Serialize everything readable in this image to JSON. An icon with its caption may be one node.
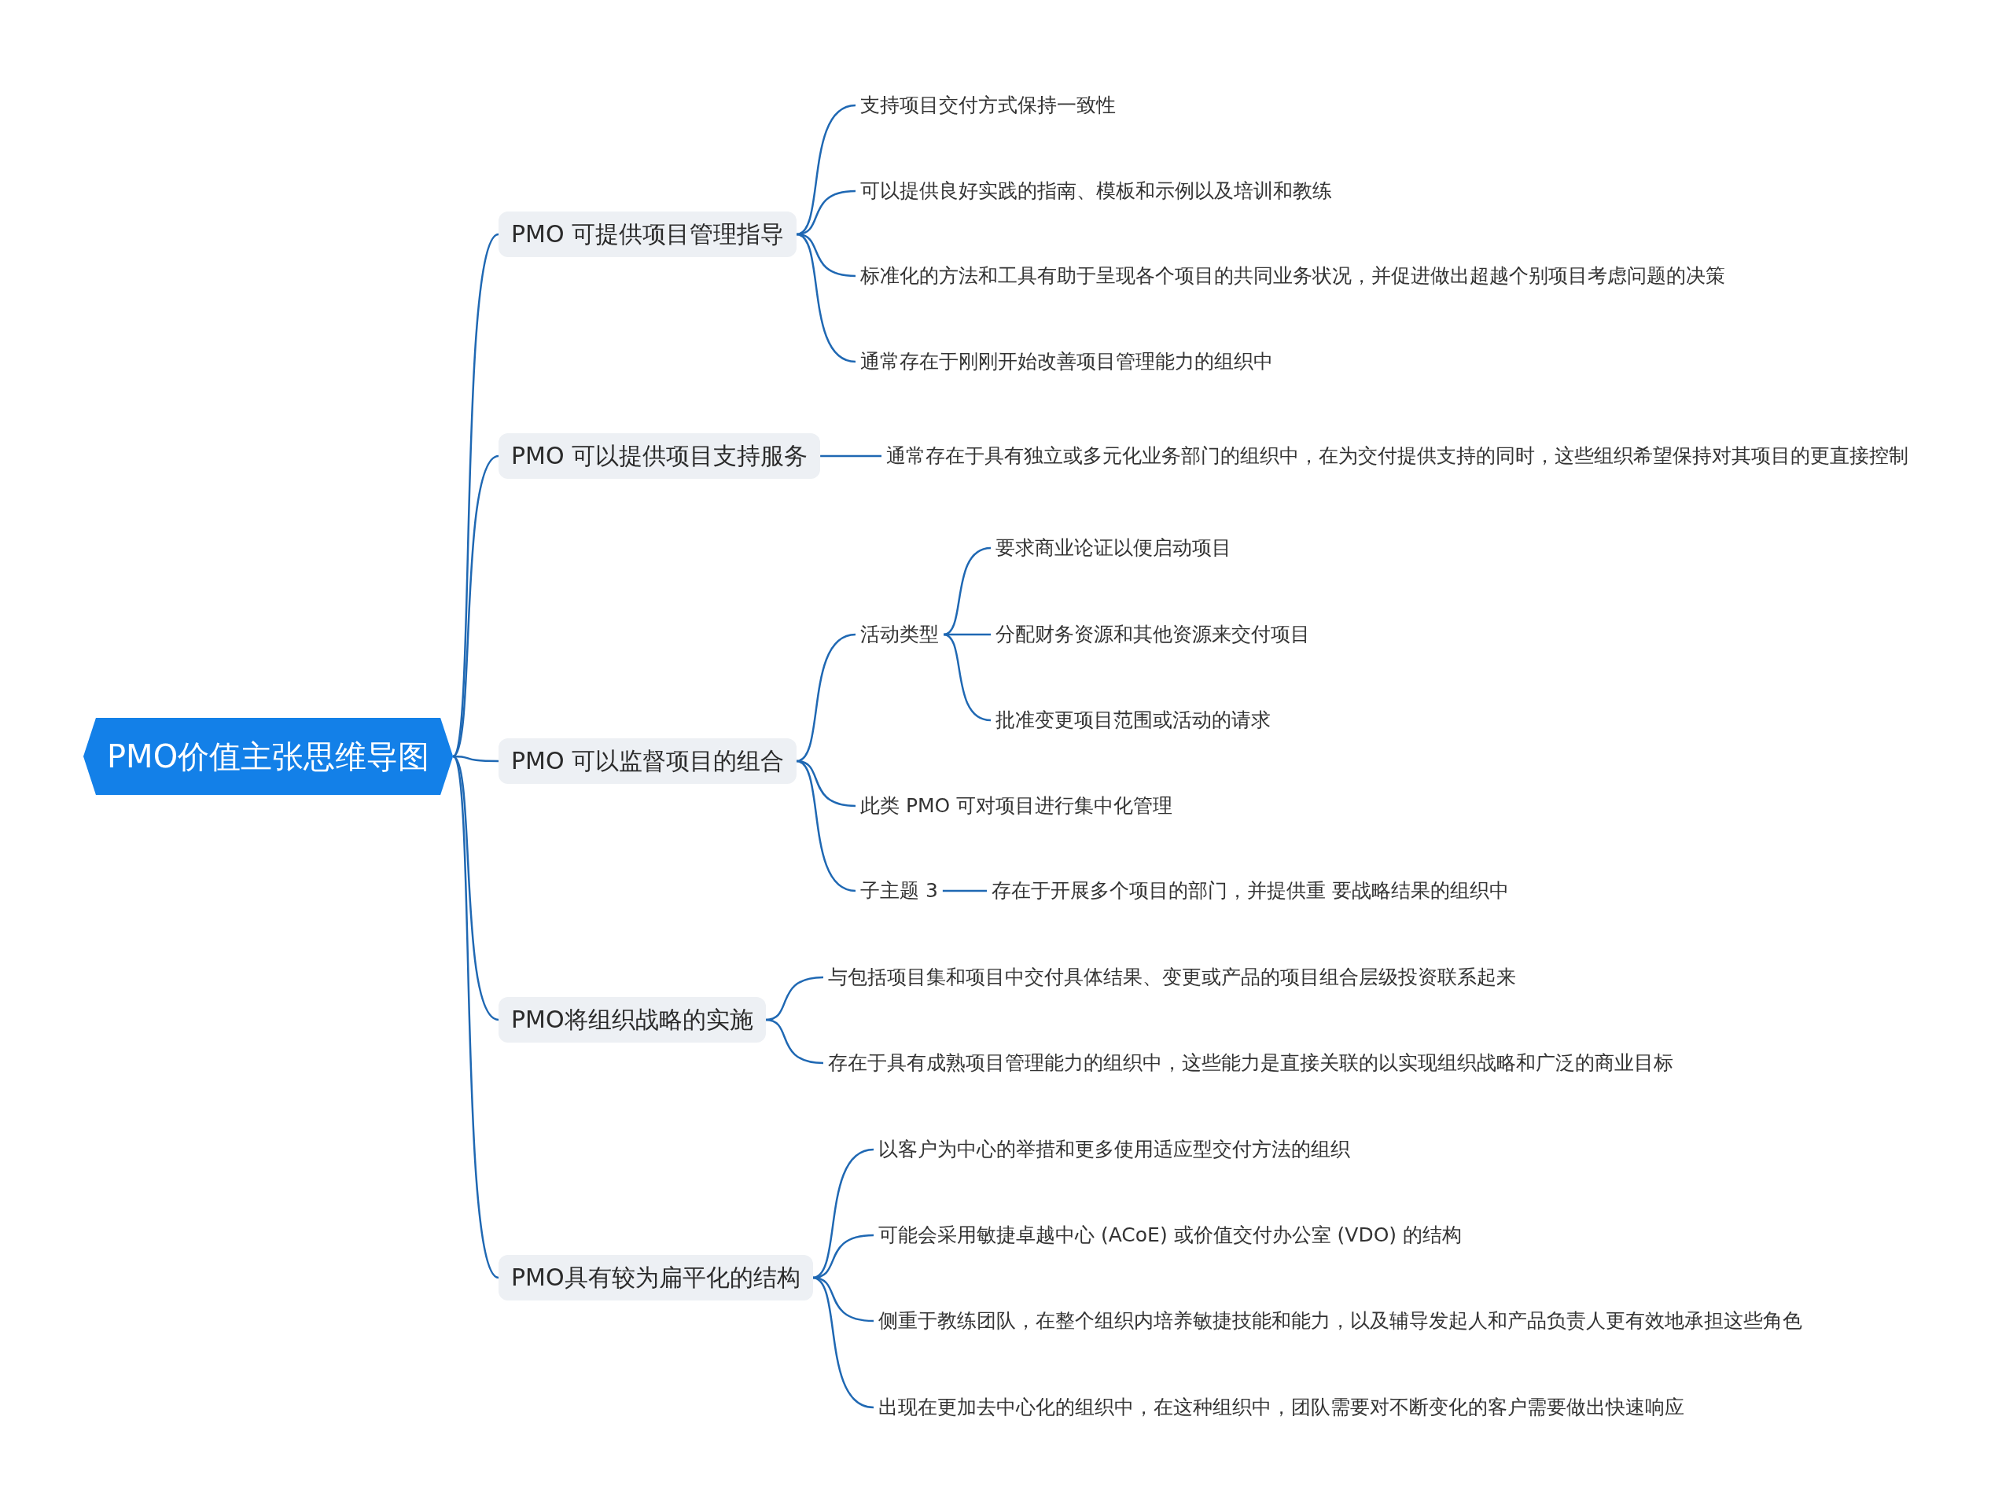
{
  "diagram": {
    "nodes": [
      {
        "text": [
          "PMO价值主张思维导图"
        ]
      },
      {
        "text": [
          "PMO 可提供项目管理指导"
        ]
      },
      {
        "text": [
          "支持项目交付方式保持一致性"
        ]
      },
      {
        "text": [
          "可以提供良好实践的指南、模板和示例以及培训和教练"
        ]
      },
      {
        "text": [
          "标准化的方法和工具有助于呈现各个项目的共同业务状况，并促进做出超越个别项目考虑问题的决策"
        ]
      },
      {
        "text": [
          "通常存在于刚刚开始改善项目管理能力的组织中"
        ]
      },
      {
        "text": [
          "PMO 可以提供项目支持服务"
        ]
      },
      {
        "text": [
          "通常存在于具有独立或多元化业务部门的组织中，在为交付提供支持的同时，这些组织希望保持对其项目的更直接控制"
        ]
      },
      {
        "text": [
          "PMO 可以监督项目的组合"
        ]
      },
      {
        "text": [
          "活动类型"
        ]
      },
      {
        "text": [
          "要求商业论证以便启动项目"
        ]
      },
      {
        "text": [
          "分配财务资源和其他资源来交付项目"
        ]
      },
      {
        "text": [
          "批准变更项目范围或活动的请求"
        ]
      },
      {
        "text": [
          "此类 PMO 可对项目进行集中化管理"
        ]
      },
      {
        "text": [
          "子主题 3"
        ]
      },
      {
        "text": [
          "存在于开展多个项目的部门，并提供重 要战略结果的组织中"
        ]
      },
      {
        "text": [
          "PMO将组织战略的实施"
        ]
      },
      {
        "text": [
          "与包括项目集和项目中交付具体结果、变更或产品的项目组合层级投资联系起来"
        ]
      },
      {
        "text": [
          "存在于具有成熟项目管理能力的组织中，这些能力是直接关联的以实现组织战略和广泛的商业目标"
        ]
      },
      {
        "text": [
          "PMO具有较为扁平化的结构"
        ]
      },
      {
        "text": [
          "以客户为中心的举措和更多使用适应型交付方法的组织"
        ]
      },
      {
        "text": [
          "可能会采用敏捷卓越中心 (ACoE) 或价值交付办公室 (VDO) 的结构"
        ]
      },
      {
        "text": [
          "侧重于教练团队，在整个组织内培养敏捷技能和能力，以及辅导发起人和产品负责人更有效地承担这些角色"
        ]
      },
      {
        "text": [
          "出现在更加去中心化的组织中，在这种组织中，团队需要对不断变化的客户需要做出快速响应"
        ]
      }
    ],
    "edges": [
      {
        "from": 0,
        "to": 1,
        "arrow": "none"
      },
      {
        "from": 0,
        "to": 6,
        "arrow": "none"
      },
      {
        "from": 0,
        "to": 8,
        "arrow": "none"
      },
      {
        "from": 0,
        "to": 16,
        "arrow": "none"
      },
      {
        "from": 0,
        "to": 19,
        "arrow": "none"
      },
      {
        "from": 1,
        "to": 2,
        "arrow": "none"
      },
      {
        "from": 1,
        "to": 3,
        "arrow": "none"
      },
      {
        "from": 1,
        "to": 4,
        "arrow": "none"
      },
      {
        "from": 1,
        "to": 5,
        "arrow": "none"
      },
      {
        "from": 6,
        "to": 7,
        "arrow": "none"
      },
      {
        "from": 8,
        "to": 9,
        "arrow": "none"
      },
      {
        "from": 8,
        "to": 13,
        "arrow": "none"
      },
      {
        "from": 8,
        "to": 14,
        "arrow": "none"
      },
      {
        "from": 9,
        "to": 10,
        "arrow": "none"
      },
      {
        "from": 9,
        "to": 11,
        "arrow": "none"
      },
      {
        "from": 9,
        "to": 12,
        "arrow": "none"
      },
      {
        "from": 14,
        "to": 15,
        "arrow": "none"
      },
      {
        "from": 16,
        "to": 17,
        "arrow": "none"
      },
      {
        "from": 16,
        "to": 18,
        "arrow": "none"
      },
      {
        "from": 19,
        "to": 20,
        "arrow": "none"
      },
      {
        "from": 19,
        "to": 21,
        "arrow": "none"
      },
      {
        "from": 19,
        "to": 22,
        "arrow": "none"
      },
      {
        "from": 19,
        "to": 23,
        "arrow": "none"
      }
    ]
  }
}
